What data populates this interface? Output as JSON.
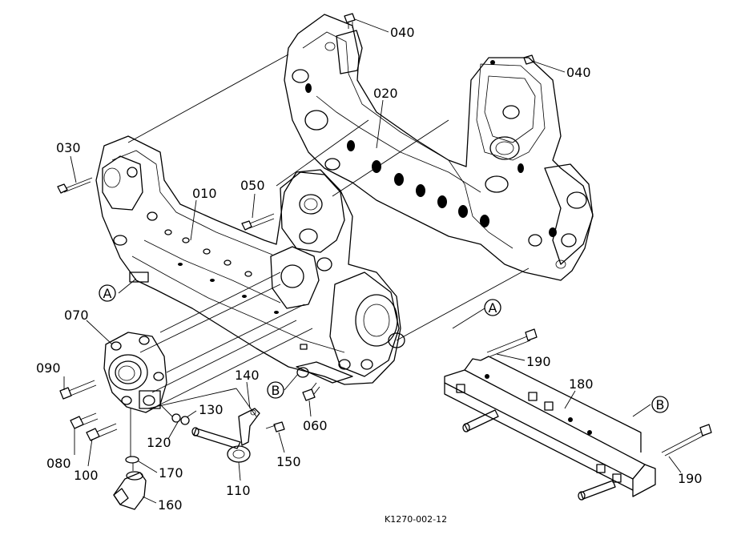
{
  "callouts": {
    "c040a": "040",
    "c040b": "040",
    "c020": "020",
    "c030": "030",
    "c010": "010",
    "c050": "050",
    "c070": "070",
    "c090": "090",
    "c080": "080",
    "c100": "100",
    "c120": "120",
    "c130": "130",
    "c140": "140",
    "c110": "110",
    "c150": "150",
    "c060": "060",
    "c170": "170",
    "c160": "160",
    "c190a": "190",
    "c190b": "190",
    "c180": "180"
  },
  "ref_markers": {
    "a1": "A",
    "a2": "A",
    "b1": "B",
    "b2": "B"
  },
  "drawing_code": "K1270-002-12"
}
